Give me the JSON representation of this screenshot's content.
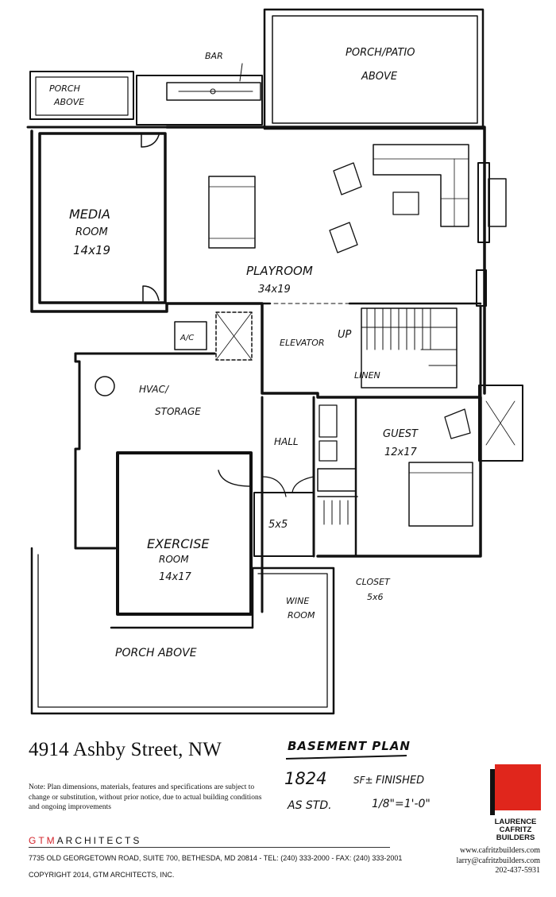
{
  "plan_labels": {
    "bar": "BAR",
    "porch_patio": "PORCH/PATIO",
    "above_top": "ABOVE",
    "porch_tl": "PORCH",
    "above_tl": "ABOVE",
    "media": "MEDIA",
    "media_room": "ROOM",
    "media_dim": "14x19",
    "playroom": "PLAYROOM",
    "playroom_dim": "34x19",
    "ac": "A/C",
    "elevator": "ELEVATOR",
    "up": "UP",
    "linen": "LINEN",
    "hvac": "HVAC/",
    "storage": "STORAGE",
    "hall": "HALL",
    "guest": "GUEST",
    "guest_dim": "12x17",
    "exercise": "EXERCISE",
    "exercise_room": "ROOM",
    "exercise_dim": "14x17",
    "five_by_five": "5x5",
    "wine": "WINE",
    "wine_room": "ROOM",
    "closet": "CLOSET",
    "closet_dim": "5x6",
    "porch_bottom": "PORCH ABOVE"
  },
  "footer": {
    "address": "4914 Ashby Street, NW",
    "note": "Note: Plan dimensions, materials, features and specifications are subject to change or substitution, without prior notice, due to actual building conditions and ongoing improvements",
    "architect_a": "GTM",
    "architect_b": "ARCHITECTS",
    "office_address": "7735 OLD GEORGETOWN ROAD, SUITE 700, BETHESDA, MD 20814 - TEL: (240) 333-2000 - FAX: (240) 333-2001",
    "copyright": "COPYRIGHT 2014, GTM ARCHITECTS, INC.",
    "plan_title": "BASEMENT PLAN",
    "sf_value": "1824",
    "sf_unit": "SF±",
    "finished": "FINISHED",
    "as_std": "AS STD.",
    "scale": "1/8\"=1'-0\"",
    "builder_line1": "LAURENCE",
    "builder_line2": "CAFRITZ",
    "builder_line3": "BUILDERS",
    "website": "www.cafritzbuilders.com",
    "email": "larry@cafritzbuilders.com",
    "phone": "202-437-5931"
  },
  "colors": {
    "ink": "#111111",
    "gtm_red": "#d2232a",
    "logo_red": "#e0261c"
  }
}
